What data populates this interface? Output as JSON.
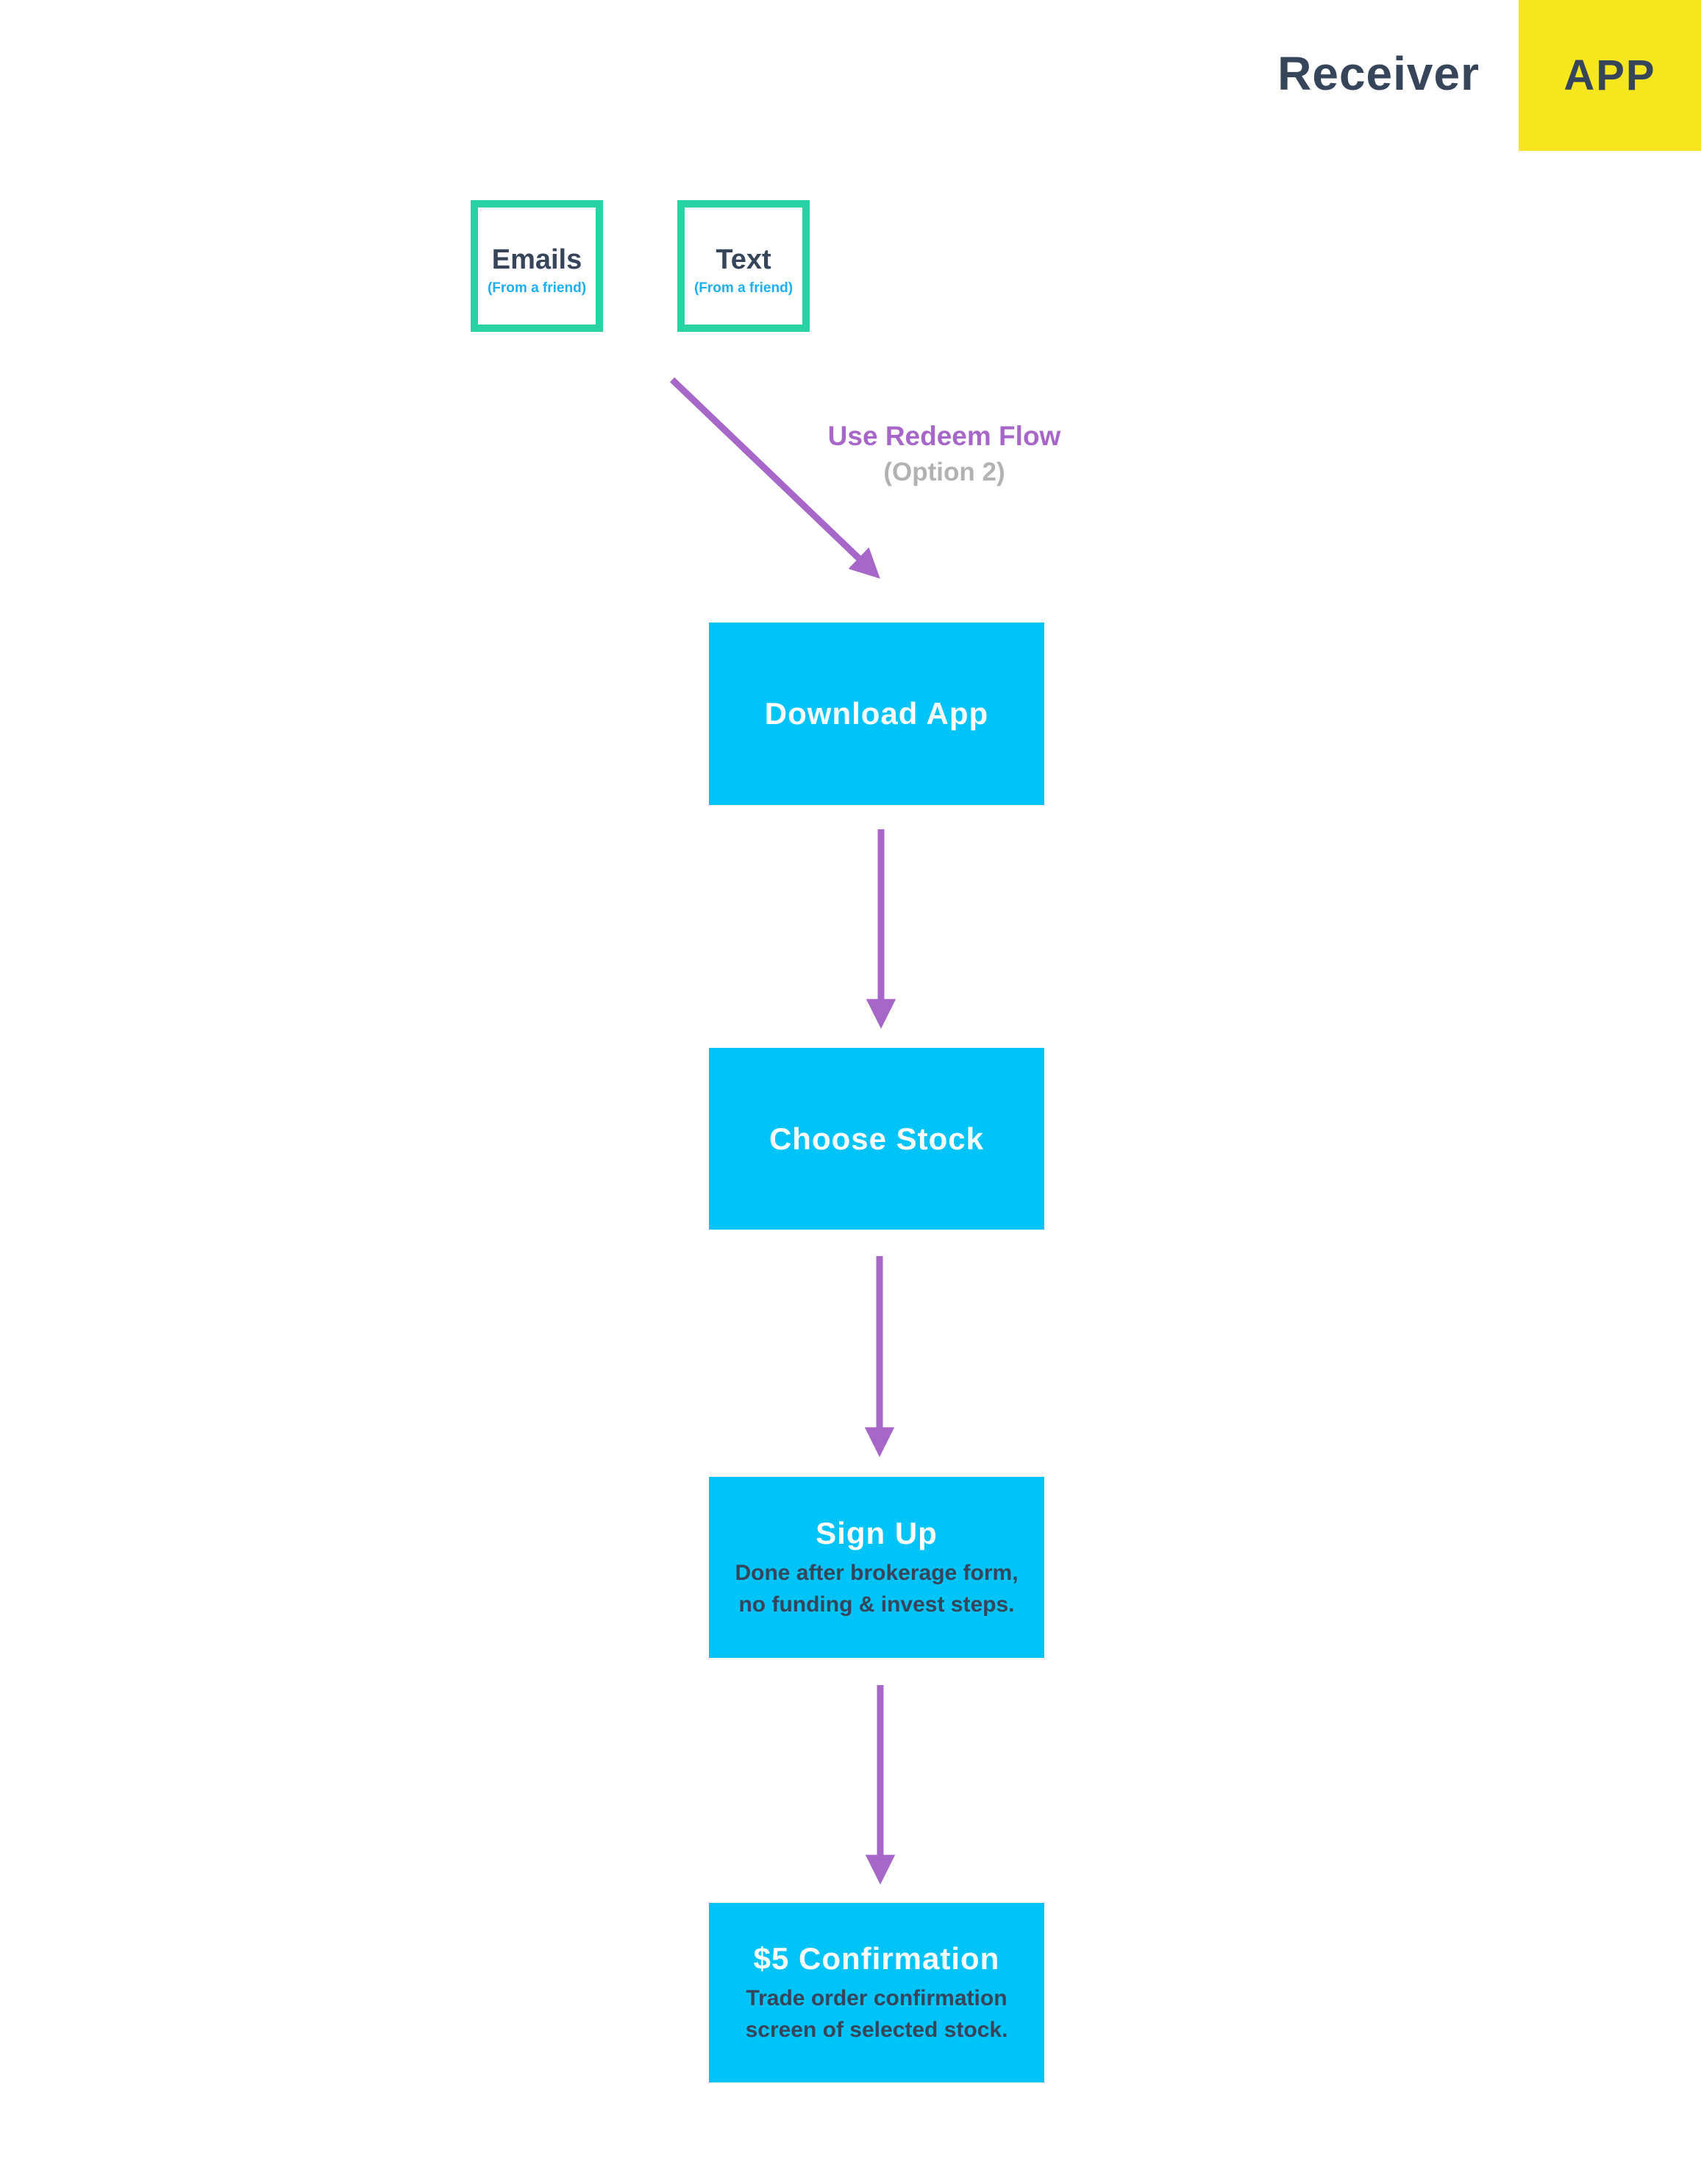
{
  "colors": {
    "cyan": "#00c3f8",
    "teal": "#2ad3a4",
    "yellow": "#f5e61e",
    "navy": "#36455a",
    "purple": "#a667c9",
    "gray": "#b2b2b2",
    "link-blue": "#1caff2"
  },
  "header": {
    "receiver_label": "Receiver",
    "app_badge": "APP"
  },
  "sources": [
    {
      "title": "Emails",
      "subtitle": "(From a friend)"
    },
    {
      "title": "Text",
      "subtitle": "(From a friend)"
    }
  ],
  "redeem_note": {
    "line1": "Use Redeem Flow",
    "line2": "(Option 2)"
  },
  "flow_steps": [
    {
      "title": "Download App"
    },
    {
      "title": "Choose Stock"
    },
    {
      "title": "Sign Up",
      "subtitle_lines": [
        "Done after brokerage form,",
        "no funding & invest steps."
      ]
    },
    {
      "title": "$5 Confirmation",
      "subtitle_lines": [
        "Trade order confirmation",
        "screen of selected stock."
      ]
    }
  ]
}
